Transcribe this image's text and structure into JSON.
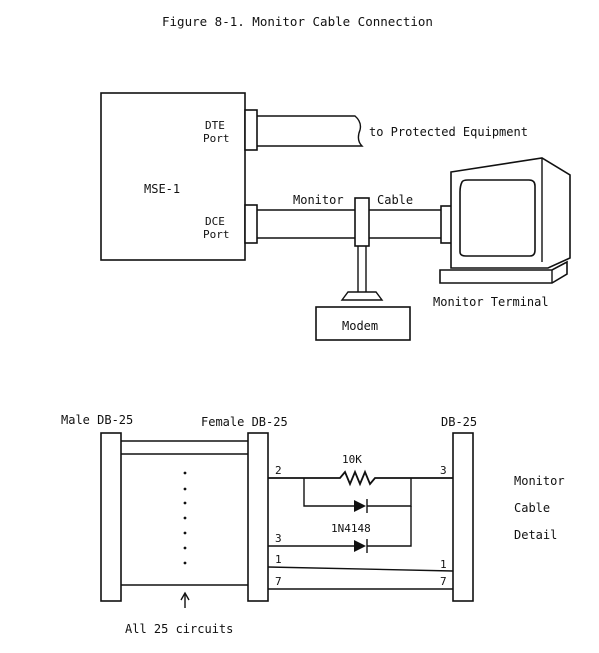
{
  "title": "Figure 8-1. Monitor Cable Connection",
  "top_diagram": {
    "mse": "MSE-1",
    "dte_port": [
      "DTE",
      "Port"
    ],
    "dce_port": [
      "DCE",
      "Port"
    ],
    "to_protected": "to Protected Equipment",
    "monitor_label": "Monitor",
    "cable_label": "Cable",
    "modem": "Modem",
    "monitor_terminal": "Monitor Terminal"
  },
  "detail": {
    "male_db25": "Male DB-25",
    "female_db25": "Female DB-25",
    "db25": "DB-25",
    "resistor": "10K",
    "diode": "1N4148",
    "pins_left": [
      "2",
      "3",
      "1",
      "7"
    ],
    "pins_right": [
      "3",
      "1",
      "7"
    ],
    "all_circuits": "All 25 circuits",
    "side_label": [
      "Monitor",
      "Cable",
      "Detail"
    ]
  }
}
